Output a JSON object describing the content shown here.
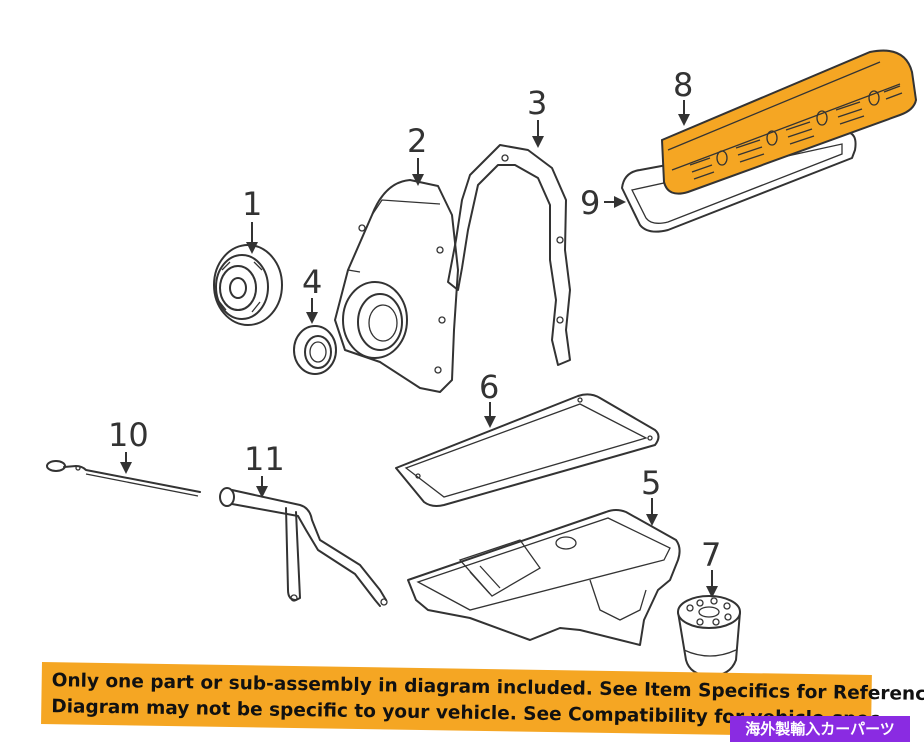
{
  "callouts": {
    "c1": "1",
    "c2": "2",
    "c3": "3",
    "c4": "4",
    "c5": "5",
    "c6": "6",
    "c7": "7",
    "c8": "8",
    "c9": "9",
    "c10": "10",
    "c11": "11"
  },
  "banner": {
    "line1": "Only one part or sub-assembly in diagram included. See Item Specifics for Reference #.",
    "line2": "Diagram may not be specific to your vehicle. See Compatibility for vehicle-spec"
  },
  "badge": "海外製輸入カーパーツ",
  "colors": {
    "highlight": "#f5a623",
    "badge": "#8a2be2",
    "lineart": "#333333"
  }
}
